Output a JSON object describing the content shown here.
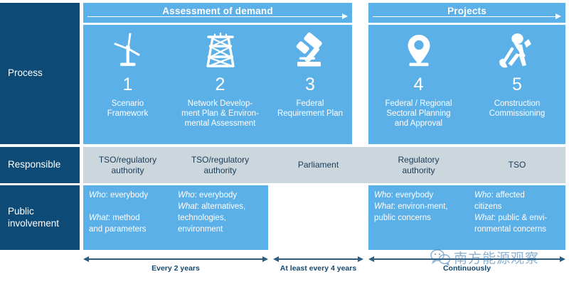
{
  "rows": {
    "process_label": "Process",
    "responsible_label": "Responsible",
    "public_label": "Public\ninvolvement"
  },
  "sections": [
    {
      "title": "Assessment of demand"
    },
    {
      "title": "Projects"
    }
  ],
  "ampersand": "&",
  "steps": [
    {
      "number": "1",
      "icon": "wind-turbine-icon",
      "title": "Scenario\nFramework",
      "responsible": "TSO/regulatory\nauthority",
      "public_who_label": "Who",
      "public_who": ": everybody",
      "public_what_label": "What",
      "public_what": ": method\nand parameters"
    },
    {
      "number": "2",
      "icon": "transmission-tower-icon",
      "title": "Network Develop-\nment Plan & Environ-\nmental Assessment",
      "responsible": "TSO/regulatory\nauthority",
      "public_who_label": "Who",
      "public_who": ": everybody",
      "public_what_label": "What",
      "public_what": ": alternatives,\ntechnologies,\nenvironment"
    },
    {
      "number": "3",
      "icon": "gavel-icon",
      "title": "Federal\nRequirement Plan",
      "responsible": "Parliament",
      "public_who_label": "",
      "public_who": "",
      "public_what_label": "",
      "public_what": ""
    },
    {
      "number": "4",
      "icon": "map-pin-icon",
      "title": "Federal / Regional\nSectoral Planning\nand Approval",
      "responsible": "Regulatory\nauthority",
      "public_who_label": "Who",
      "public_who": ": everybody",
      "public_what_label": "What",
      "public_what": ": environ-ment,\npublic concerns"
    },
    {
      "number": "5",
      "icon": "construction-worker-icon",
      "title": "Construction\nCommissioning",
      "responsible": "TSO",
      "public_who_label": "Who",
      "public_who": ": affected\ncitizens",
      "public_what_label": "What",
      "public_what": ": public & envi-\nronmental concerns"
    }
  ],
  "timeline": [
    {
      "label": "Every 2 years"
    },
    {
      "label": "At least every 4 years"
    },
    {
      "label": "Continuously"
    }
  ],
  "watermark": {
    "text": "南方能源观察",
    "icon": "wechat-icon"
  },
  "colors": {
    "dark_navy": "#0d4a76",
    "blue": "#5cb0e8",
    "gray_blue": "#ccd6dd",
    "timeline": "#14486e"
  }
}
